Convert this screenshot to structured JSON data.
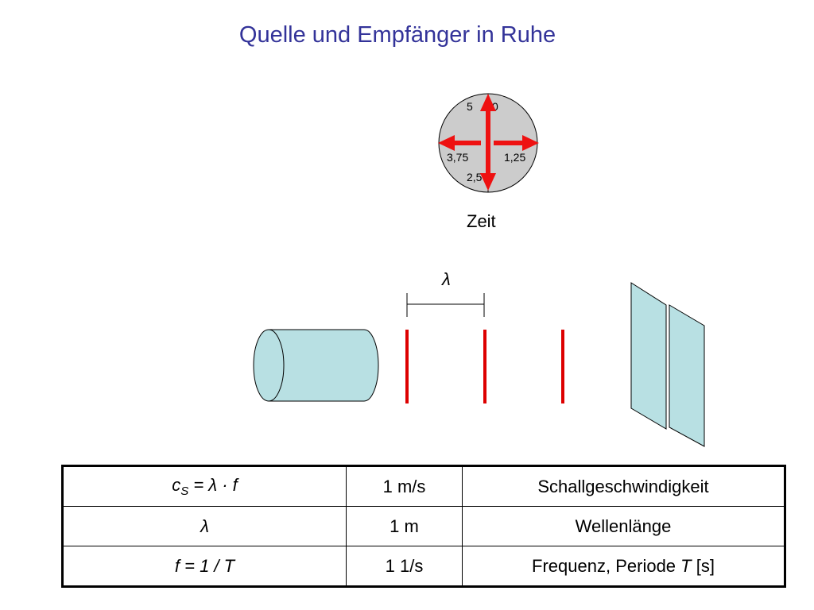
{
  "title": "Quelle und Empfänger in Ruhe",
  "clock": {
    "labels": [
      "5",
      "0",
      "3,75",
      "1,25",
      "2,5"
    ],
    "caption": "Zeit",
    "colors": {
      "arrow": "#ee1111",
      "face": "#cccccc"
    }
  },
  "wave": {
    "lambda_label": "λ",
    "wavefront_color": "#dd0000",
    "source_color": "#b8e0e3",
    "receiver_color": "#b8e0e3"
  },
  "table": {
    "rows": [
      {
        "formula_parts": {
          "c": "c",
          "sub": "S",
          "rest": " = λ · f"
        },
        "value": "1 m/s",
        "description": "Schallgeschwindigkeit"
      },
      {
        "formula": "λ",
        "value": "1 m",
        "description": "Wellenlänge"
      },
      {
        "formula": "f = 1 / T",
        "value": "1 1/s",
        "description_main": "Frequenz, Periode ",
        "description_var": "T",
        "description_unit": " [s]"
      }
    ]
  }
}
